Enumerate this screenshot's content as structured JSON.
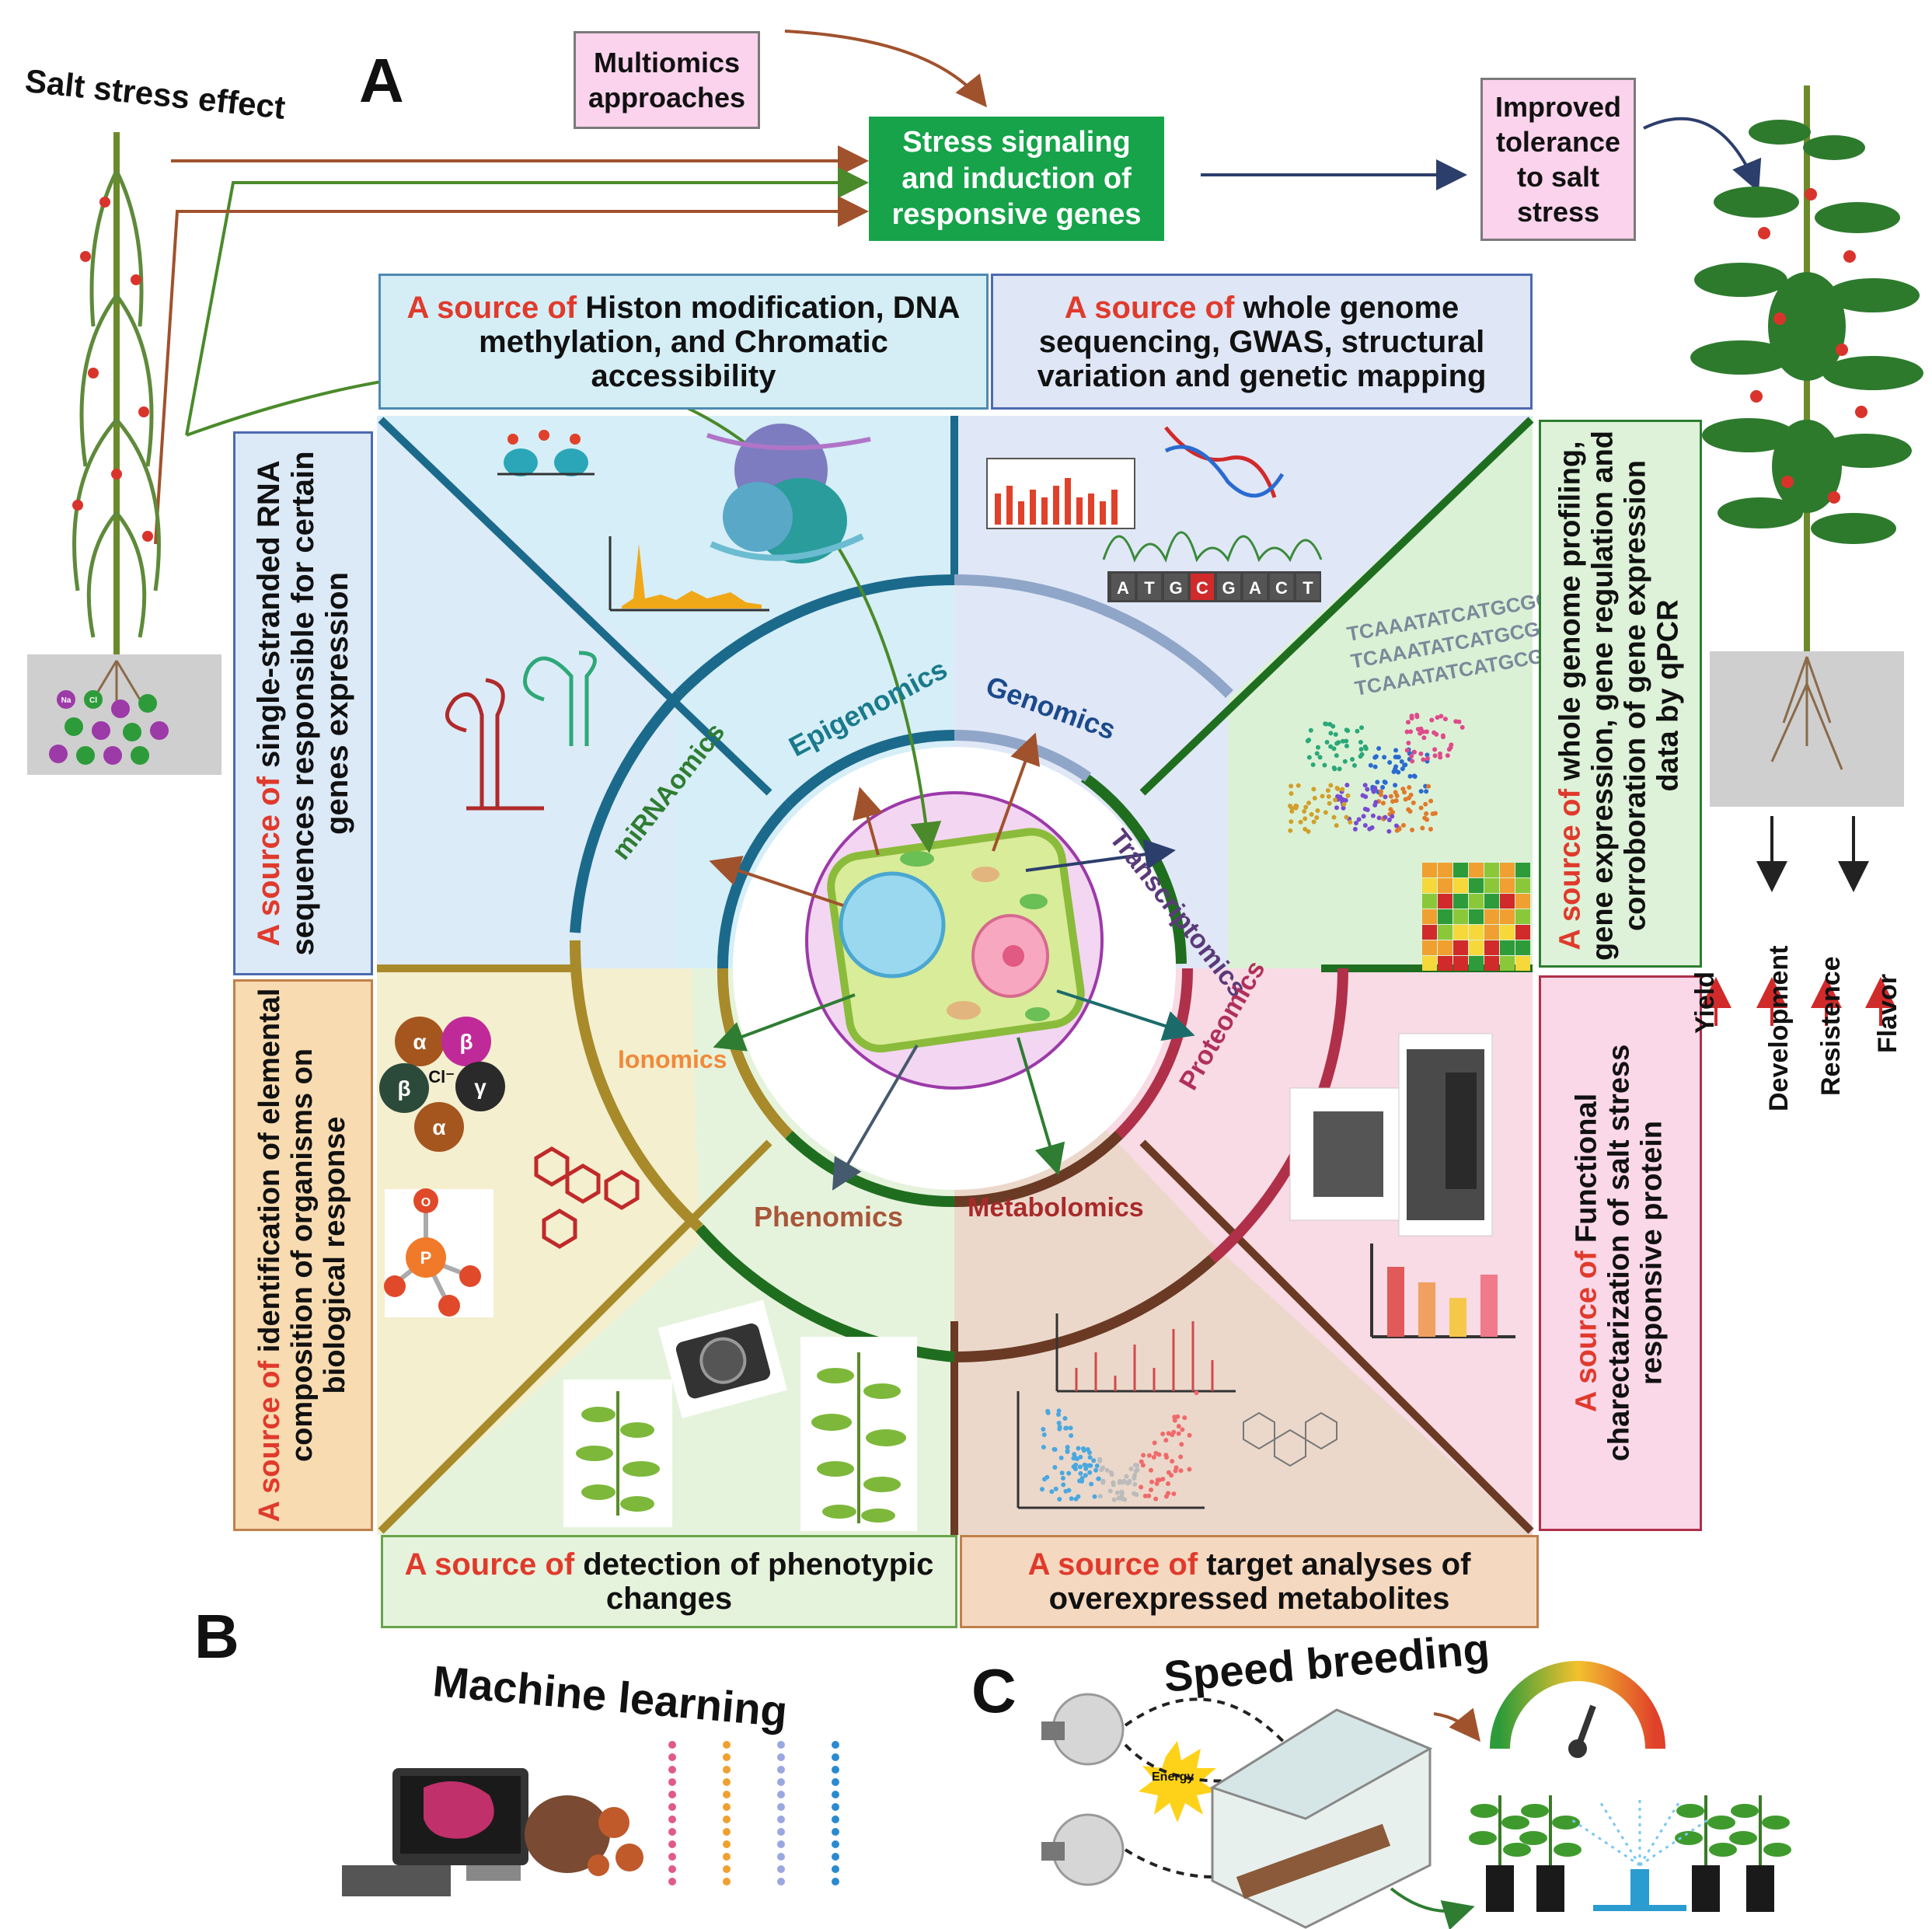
{
  "panels": {
    "a": "A",
    "b": "B",
    "c": "C"
  },
  "top": {
    "salt_stress_effect": "Salt stress effect",
    "multiomics": "Multiomics approaches",
    "stress_signaling": "Stress signaling and induction of responsive genes",
    "improved_tolerance": "Improved tolerance to salt stress"
  },
  "source_prefix": "A source of",
  "sources": {
    "epigenomics": "Histon modification, DNA methylation, and Chromatic accessibility",
    "genomics": "whole genome sequencing, GWAS, structural variation and genetic mapping",
    "transcriptomics": "whole genome profiling, gene expression, gene regulation and corroboration of gene expression data by qPCR",
    "proteomics": "Functional charectarization of salt stress responsive protein",
    "metabolomics": "target analyses of overexpressed metabolites",
    "phenomics": "detection of phenotypic changes",
    "ionomics": "identification of elemental composition of organisms on biological response",
    "mirnaomics": "single-stranded RNA sequences responsible for certain genes expression"
  },
  "omics": {
    "epigenomics": "Epigenomics",
    "genomics": "Genomics",
    "transcriptomics": "Transcriptomics",
    "proteomics": "Proteomics",
    "metabolomics": "Metabolomics",
    "phenomics": "Phenomics",
    "ionomics": "Ionomics",
    "mirnaomics": "miRNAomics"
  },
  "traits": [
    "Yield",
    "Development",
    "Resistence",
    "Flavor"
  ],
  "icons": {
    "ion_alpha": "α",
    "ion_beta": "β",
    "ion_gamma": "γ",
    "ion_cl": "Cl⁻",
    "ion_p": "P",
    "ion_o": "O",
    "soil_na": "Na",
    "soil_cl": "Cl",
    "dna_bases": [
      "A",
      "T",
      "G",
      "C",
      "G",
      "A",
      "C",
      "T"
    ],
    "seq_text": "TCAAATATCATGCGCAT"
  },
  "bottom": {
    "machine_learning": "Machine learning",
    "speed_breeding": "Speed breeding",
    "energy": "Energy"
  },
  "colors": {
    "epigenomics": "#1b6a8c",
    "genomics": "#8fa6c8",
    "transcriptomics": "#1f6e1f",
    "proteomics": "#b0304a",
    "metabolomics": "#6b3a24",
    "phenomics": "#1f6e1f",
    "ionomics": "#a88a2a",
    "mirnaomics": "#1b6a8c",
    "stress_box": "#16a34a",
    "pink_box": "#fbd3ec",
    "source_red": "#e03a2c"
  }
}
